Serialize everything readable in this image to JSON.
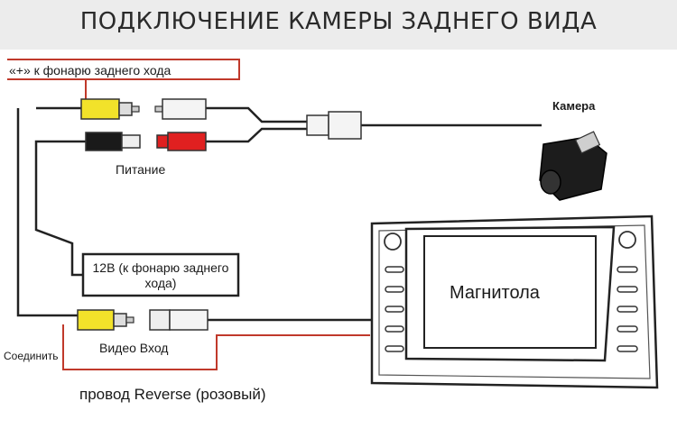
{
  "header": {
    "title": "ПОДКЛЮЧЕНИЕ КАМЕРЫ ЗАДНЕГО ВИДА"
  },
  "labels": {
    "plus": "«+» к фонарю заднего хода",
    "power": "Питание",
    "camera": "Камера",
    "box_12v": "12В (к фонарю заднего хода)",
    "head_unit": "Магнитола",
    "video_in": "Видео Вход",
    "join": "Соединить",
    "reverse_wire": "провод Reverse (розовый)"
  },
  "colors": {
    "wire": "#222222",
    "reverse_wire": "#c0392b",
    "yellow_plug": "#f2e22a",
    "red_plug": "#e02020",
    "black_plug": "#1a1a1a",
    "white_plug": "#f4f4f4"
  }
}
